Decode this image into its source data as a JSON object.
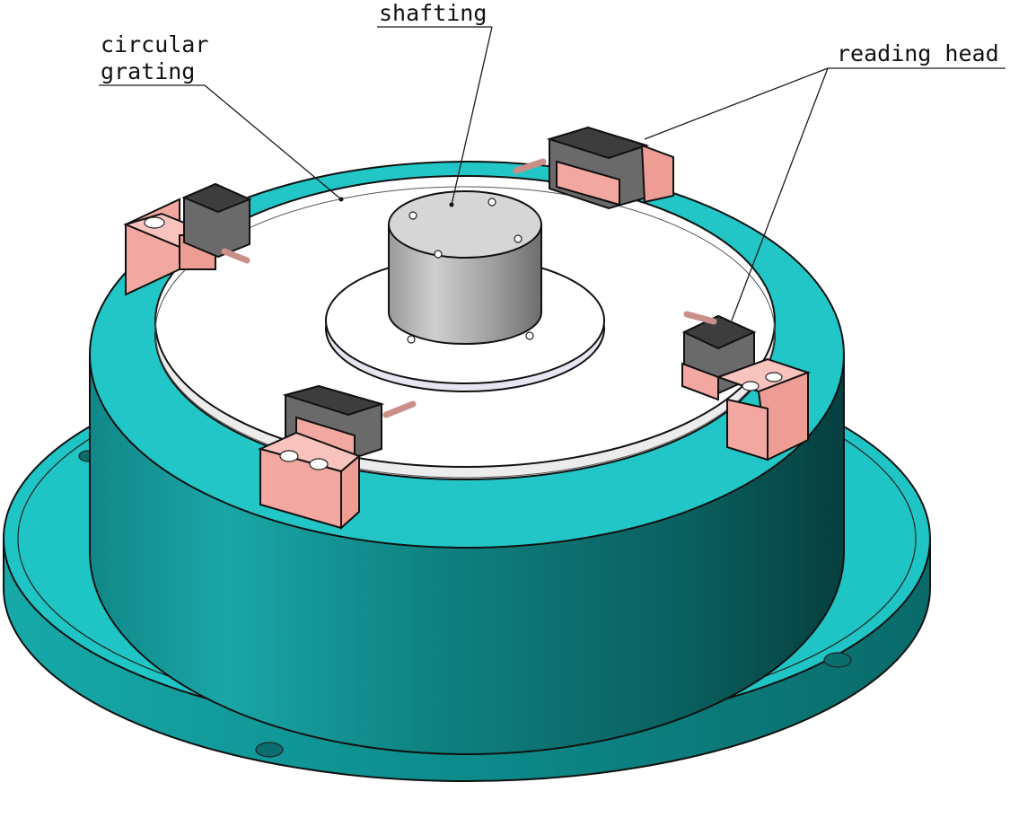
{
  "labels": {
    "circular_grating_line1": "circular",
    "circular_grating_line2": "grating",
    "shafting": "shafting",
    "reading_head": "reading head"
  },
  "colors": {
    "housing": "#1fbcbc",
    "housing_dark": "#0b6d6d",
    "grating_disk": "#ffffff",
    "shaft": "#a9a9a9",
    "reading_head_bracket": "#f2a8a0",
    "reading_head_body": "#555555",
    "outline": "#111111"
  }
}
